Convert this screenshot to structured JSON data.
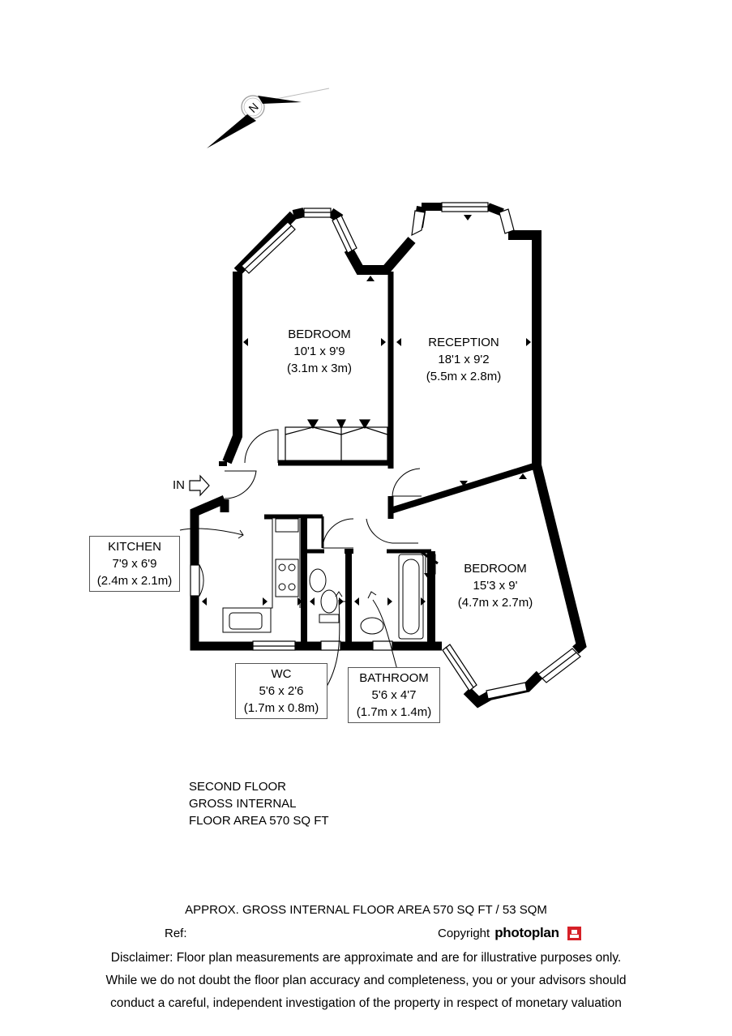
{
  "compass": {
    "letter": "N",
    "icon": "north-arrow-icon"
  },
  "entrance": {
    "label": "IN",
    "icon": "entrance-arrow-icon"
  },
  "rooms": {
    "bedroom1": {
      "name": "BEDROOM",
      "imperial": "10'1 x 9'9",
      "metric": "(3.1m x 3m)"
    },
    "reception": {
      "name": "RECEPTION",
      "imperial": "18'1 x 9'2",
      "metric": "(5.5m x 2.8m)"
    },
    "bedroom2": {
      "name": "BEDROOM",
      "imperial": "15'3 x 9'",
      "metric": "(4.7m x 2.7m)"
    },
    "kitchen": {
      "name": "KITCHEN",
      "imperial": "7'9 x 6'9",
      "metric": "(2.4m x 2.1m)"
    },
    "wc": {
      "name": "WC",
      "imperial": "5'6 x 2'6",
      "metric": "(1.7m x 0.8m)"
    },
    "bathroom": {
      "name": "BATHROOM",
      "imperial": "5'6 x 4'7",
      "metric": "(1.7m x 1.4m)"
    }
  },
  "floor_info": {
    "line1": "SECOND FLOOR",
    "line2": "GROSS INTERNAL",
    "line3": "FLOOR AREA 570 SQ FT"
  },
  "footer": {
    "area": "APPROX. GROSS INTERNAL FLOOR AREA 570 SQ FT / 53 SQM",
    "ref_label": "Ref:",
    "copyright_label": "Copyright",
    "brand": "photoplan",
    "brand_color": "#d62027",
    "disclaimer_line1": "Disclaimer: Floor plan measurements are approximate and are for illustrative purposes only.",
    "disclaimer_line2": "While we do not doubt the floor plan accuracy and completeness, you or your advisors should",
    "disclaimer_line3": "conduct a careful, independent investigation of the property in respect of monetary valuation"
  }
}
